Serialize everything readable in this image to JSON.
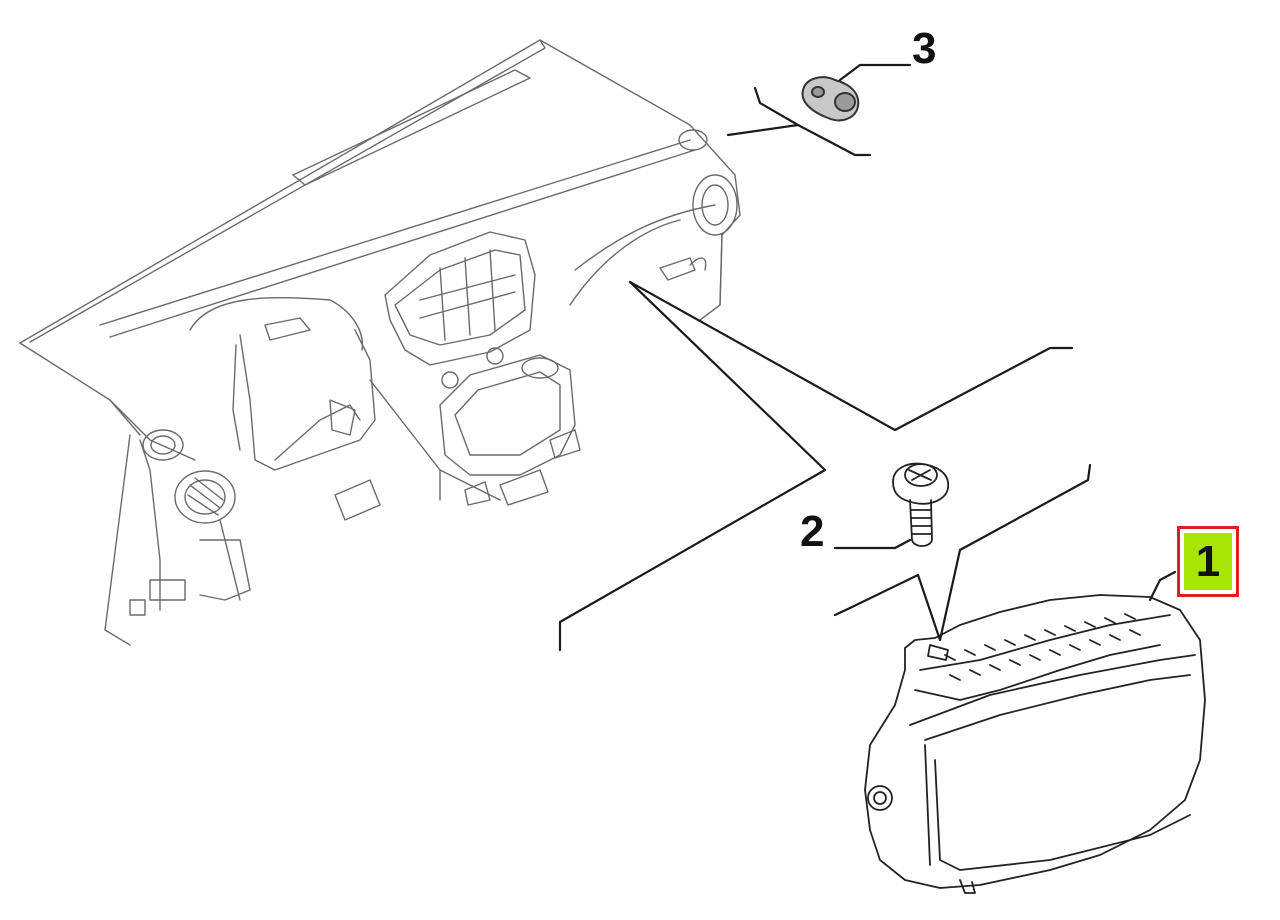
{
  "callouts": [
    {
      "id": "1",
      "text": "1",
      "highlighted": true
    },
    {
      "id": "2",
      "text": "2",
      "highlighted": false
    },
    {
      "id": "3",
      "text": "3",
      "highlighted": false
    }
  ],
  "colors": {
    "line": "#1a1a1a",
    "faint_line": "#6a6a6a",
    "highlight_fill": "#a6e600",
    "highlight_border": "#e02020",
    "background": "#ffffff"
  }
}
